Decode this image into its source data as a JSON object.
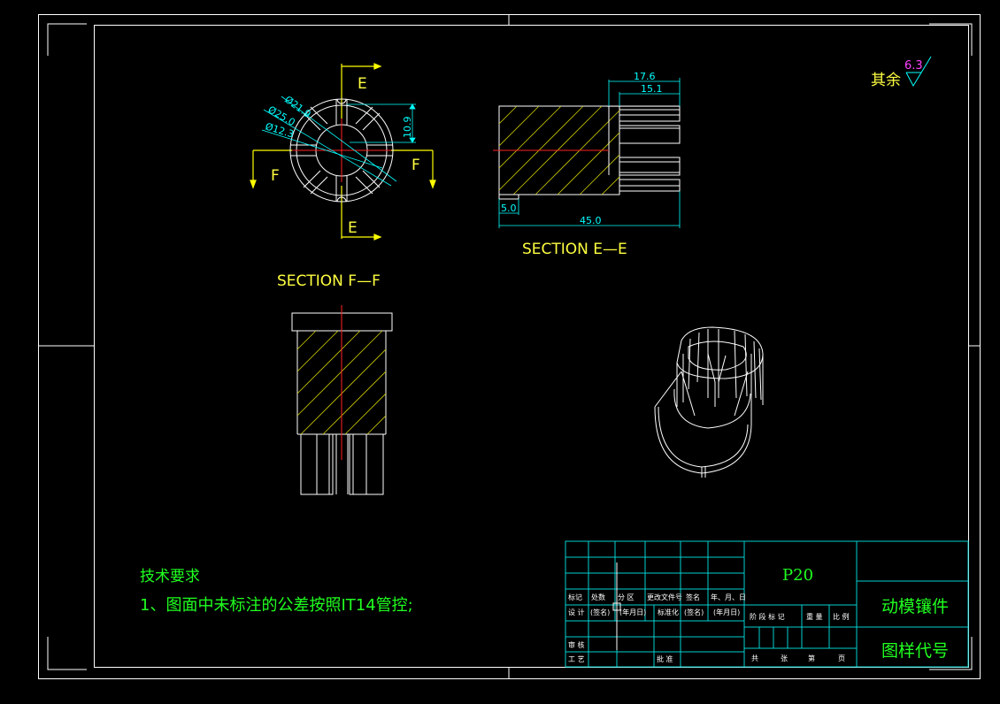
{
  "colors": {
    "background": "#000000",
    "frame": "#ffffff",
    "outline": "#ffffff",
    "hatch": "#c8c800",
    "centerline": "#ff2020",
    "dimension": "#00ffff",
    "section_label": "#ffff40",
    "cut_arrow": "#ffff00",
    "notes": "#20ff20",
    "titleblock_lines": "#00d0d0",
    "roughness_value": "#ff40ff"
  },
  "labels": {
    "cut_e_top": "E",
    "cut_e_bottom": "E",
    "cut_f_left": "F",
    "cut_f_right": "F",
    "section_ee": "SECTION E—E",
    "section_ff": "SECTION F—F"
  },
  "dimensions": {
    "dia_21_9": "Ø21.9",
    "dia_25_0": "Ø25.0",
    "dia_12_3": "Ø12.3",
    "height_10_9": "10.9",
    "len_17_6": "17.6",
    "len_15_1": "15.1",
    "len_5_0": "5.0",
    "len_45_0": "45.0"
  },
  "roughness": {
    "prefix": "其余",
    "value": "6.3"
  },
  "notes": {
    "title": "技术要求",
    "line1": "1、图面中未标注的公差按照IT14管控;"
  },
  "title_block": {
    "material": "P20",
    "part_name": "动模镶件",
    "drawing_code": "图样代号",
    "hdr": [
      "标记",
      "处数",
      "分 区",
      "更改文件号",
      "签名",
      "年、月、日"
    ],
    "design_row": [
      "设 计",
      "(签名)",
      "(年月日)",
      "标准化",
      "(签名)",
      "(年月日)"
    ],
    "review": "审 核",
    "process": "工 艺",
    "approve": "批 准",
    "stage_hdr": [
      "阶 段 标 记",
      "重 量",
      "比 例"
    ],
    "sheets": [
      "共",
      "张",
      "第",
      "页"
    ]
  }
}
